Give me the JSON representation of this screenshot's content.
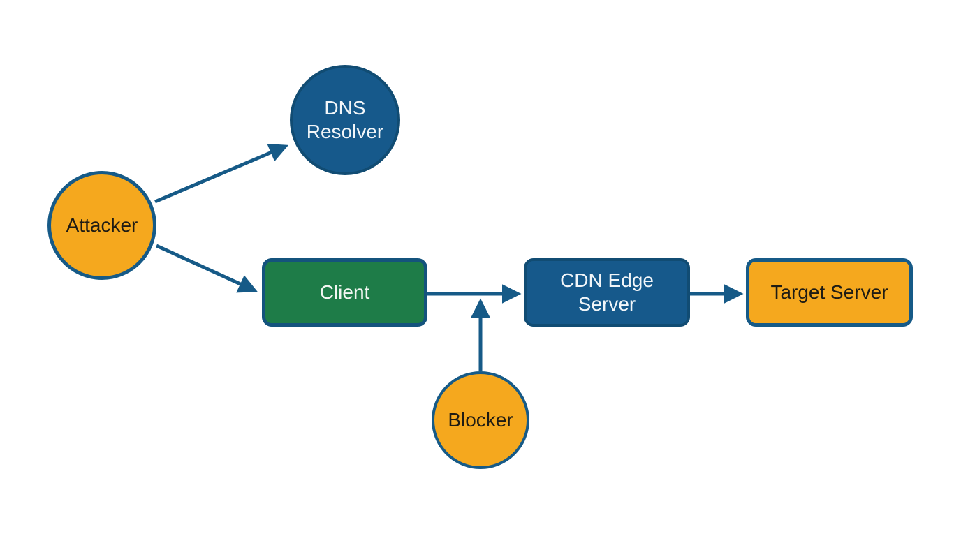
{
  "diagram": {
    "nodes": {
      "dns_resolver": {
        "label": "DNS\nResolver",
        "shape": "circle",
        "fill": "#16598b",
        "border": "#114c73",
        "text_color": "#f2f6f9"
      },
      "attacker": {
        "label": "Attacker",
        "shape": "circle",
        "fill": "#f5a81e",
        "border": "#165a87",
        "text_color": "#1f1c14"
      },
      "client": {
        "label": "Client",
        "shape": "rect",
        "fill": "#1e7c48",
        "border": "#14537d",
        "text_color": "#f2f6f2"
      },
      "cdn_edge_server": {
        "label": "CDN Edge\nServer",
        "shape": "rect",
        "fill": "#16598b",
        "border": "#114c73",
        "text_color": "#f2f6f9"
      },
      "target_server": {
        "label": "Target Server",
        "shape": "rect",
        "fill": "#f5a81e",
        "border": "#165a87",
        "text_color": "#1f1c14"
      },
      "blocker": {
        "label": "Blocker",
        "shape": "circle",
        "fill": "#f5a81e",
        "border": "#165a87",
        "text_color": "#1f1c14"
      }
    },
    "edges": [
      {
        "from": "attacker",
        "to": "dns_resolver",
        "style": "arrow"
      },
      {
        "from": "attacker",
        "to": "client",
        "style": "arrow"
      },
      {
        "from": "client",
        "to": "cdn_edge_server",
        "style": "arrow"
      },
      {
        "from": "cdn_edge_server",
        "to": "target_server",
        "style": "arrow"
      },
      {
        "from": "blocker",
        "to": "client-cdn_edge_server-link",
        "style": "arrow"
      }
    ],
    "colors": {
      "edge_stroke": "#165a87",
      "blue": "#16598b",
      "green": "#1e7c48",
      "orange": "#f5a81e",
      "background": "#ffffff"
    }
  }
}
